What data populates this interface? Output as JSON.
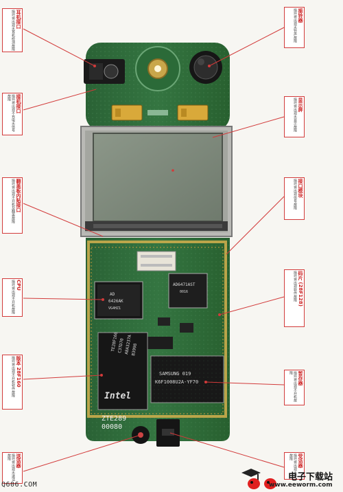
{
  "labels": {
    "earphone_jack": {
      "title": "耳机接口",
      "desc": "损坏将出现无耳机检测故障"
    },
    "board_connector": {
      "title": "接机接口",
      "desc": "损坏将出现不充电无信号故障"
    },
    "flip_flex": {
      "title": "翻盖板内贴接口",
      "desc": "损坏将出现不开机及翻盖故障"
    },
    "cpu": {
      "title": "CPU",
      "desc": "损坏将出现不开机故障"
    },
    "flash": {
      "title": "版本 28F160",
      "desc": "损坏将出现不开机软件故障"
    },
    "speaker": {
      "title": "受话器",
      "desc": "损坏将出现无声故障"
    },
    "ringer": {
      "title": "振铃器",
      "desc": "损坏将出现无铃声故障"
    },
    "display": {
      "title": "显示屏",
      "desc": "损坏将出现无显示故障"
    },
    "interface": {
      "title": "接口模块",
      "desc": "损坏将出现信号故障"
    },
    "codec": {
      "title": "码片 (28F128)",
      "desc": "损坏将出现软件故障"
    },
    "sram": {
      "title": "暂存器",
      "desc": "损坏将出现不开机故障"
    },
    "mic": {
      "title": "送话器",
      "desc": "损坏将出现无送话故障"
    }
  },
  "chips": {
    "cpu_line1": "AD",
    "cpu_line2": "6426AK",
    "cpu_line3": "VG4HZ1",
    "ic_right_line1": "AD6471AST",
    "ic_right_line2": "0016",
    "flash_brand": "Intel",
    "flash_line1": "TE28F160",
    "flash_line2": "C3TD70",
    "flash_line3": "A8A3237A",
    "flash_line4": "B3998",
    "sram_line1": "SAMSUNG 019",
    "sram_line2": "K6F1008U2A-YF70",
    "model": "ZTE289",
    "serial": "00080"
  },
  "watermark": {
    "left": "Q606.COM",
    "title": "电子下载站",
    "url": "www.eeworm.com"
  },
  "colors": {
    "pcb": "#2e6b3a",
    "pcb_dark": "#1f4f2a",
    "label_border": "#d23a3a",
    "label_text": "#cc2222",
    "lcd": "#7f8a7d"
  }
}
